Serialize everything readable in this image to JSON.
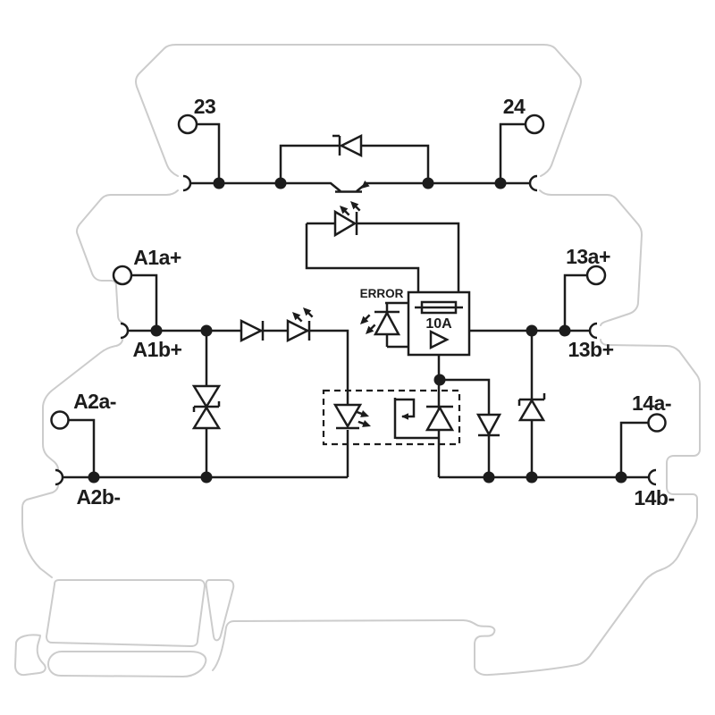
{
  "colors": {
    "circuit": "#1c1c1c",
    "housing": "#cccccc",
    "background": "#ffffff"
  },
  "labels": {
    "t23": {
      "text": "23"
    },
    "t24": {
      "text": "24"
    },
    "a1a": {
      "text": "A1a+"
    },
    "a1b": {
      "text": "A1b+"
    },
    "a2a": {
      "text": "A2a-"
    },
    "a2b": {
      "text": "A2b-"
    },
    "t13a": {
      "text": "13a+"
    },
    "t13b": {
      "text": "13b+"
    },
    "t14a": {
      "text": "14a-"
    },
    "t14b": {
      "text": "14b-"
    },
    "error": {
      "text": "ERROR"
    },
    "fuse_rating": {
      "text": "10A"
    }
  }
}
